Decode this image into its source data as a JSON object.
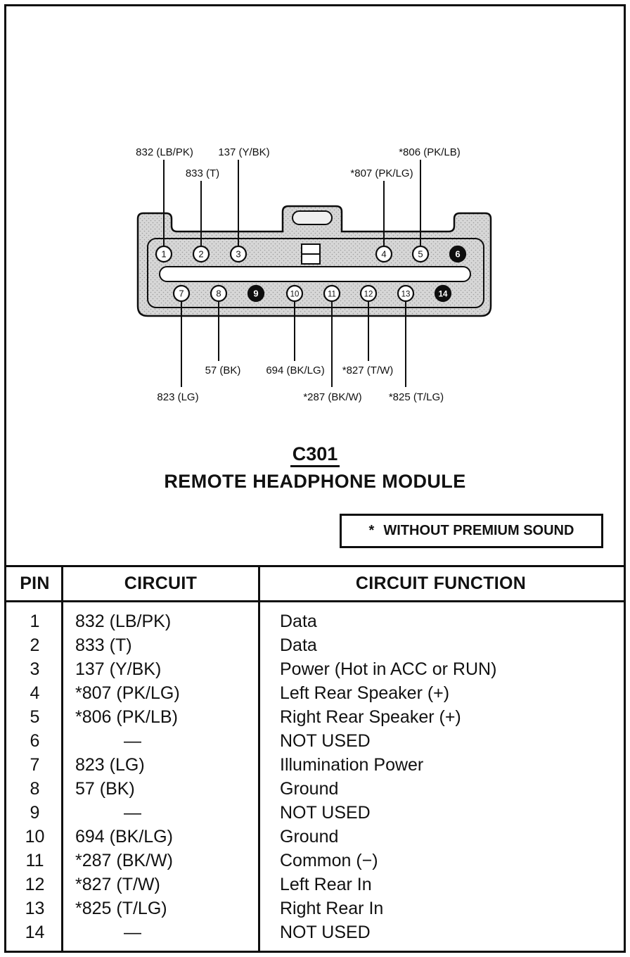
{
  "diagram": {
    "connector_id": "C301",
    "connector_name": "REMOTE HEADPHONE MODULE",
    "note_mark": "*",
    "note_text": "WITHOUT PREMIUM SOUND",
    "wire_labels": {
      "top": [
        "832 (LB/PK)",
        "833 (T)",
        "137 (Y/BK)",
        "*807 (PK/LG)",
        "*806 (PK/LB)"
      ],
      "bottom": [
        "57 (BK)",
        "694 (BK/LG)",
        "*827 (T/W)",
        "823 (LG)",
        "*287 (BK/W)",
        "*825 (T/LG)"
      ]
    },
    "pins": [
      "1",
      "2",
      "3",
      "4",
      "5",
      "6",
      "7",
      "8",
      "9",
      "10",
      "11",
      "12",
      "13",
      "14"
    ]
  },
  "table": {
    "headers": [
      "PIN",
      "CIRCUIT",
      "CIRCUIT FUNCTION"
    ],
    "rows": [
      {
        "pin": "1",
        "circuit": "832 (LB/PK)",
        "function": "Data"
      },
      {
        "pin": "2",
        "circuit": "833 (T)",
        "function": "Data"
      },
      {
        "pin": "3",
        "circuit": "137 (Y/BK)",
        "function": "Power (Hot in ACC or RUN)"
      },
      {
        "pin": "4",
        "circuit": "*807 (PK/LG)",
        "function": "Left Rear Speaker (+)"
      },
      {
        "pin": "5",
        "circuit": "*806 (PK/LB)",
        "function": "Right Rear Speaker (+)"
      },
      {
        "pin": "6",
        "circuit": "—",
        "function": "NOT USED"
      },
      {
        "pin": "7",
        "circuit": "823 (LG)",
        "function": "Illumination Power"
      },
      {
        "pin": "8",
        "circuit": "57 (BK)",
        "function": "Ground"
      },
      {
        "pin": "9",
        "circuit": "—",
        "function": "NOT USED"
      },
      {
        "pin": "10",
        "circuit": "694 (BK/LG)",
        "function": "Ground"
      },
      {
        "pin": "11",
        "circuit": "*287 (BK/W)",
        "function": "Common (−)"
      },
      {
        "pin": "12",
        "circuit": "*827 (T/W)",
        "function": "Left Rear In"
      },
      {
        "pin": "13",
        "circuit": "*825 (T/LG)",
        "function": "Right Rear In"
      },
      {
        "pin": "14",
        "circuit": "—",
        "function": "NOT USED"
      }
    ]
  }
}
